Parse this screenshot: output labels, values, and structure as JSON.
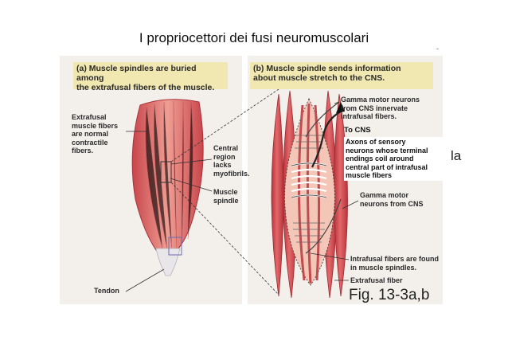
{
  "title": "I propriocettori dei fusi neuromuscolari",
  "stray_text": {
    "right": "la",
    "dash": "-"
  },
  "panel_a": {
    "header": "(a) Muscle spindles are buried among\nthe extrafusal fibers of the muscle.",
    "labels": {
      "extrafusal": "Extrafusal\nmuscle fibers\nare normal\ncontractile\nfibers.",
      "central_region": "Central\nregion\nlacks\nmyofibrils.",
      "muscle_spindle": "Muscle\nspindle",
      "tendon": "Tendon"
    }
  },
  "panel_b": {
    "header_bold": "(b) Muscle spindle",
    "header_rest": " sends information\nabout muscle stretch to the CNS.",
    "labels": {
      "gamma_top": "Gamma motor neurons\nfrom CNS innervate\nintrafusal fibers.",
      "to_cns": "To CNS",
      "axons": "Axons of sensory\nneurons whose terminal\nendings coil around\ncentral part of intrafusal\nmuscle fibers",
      "gamma_bottom": "Gamma motor\nneurons from CNS",
      "intrafusal": "Intrafusal fibers are found\nin muscle spindles.",
      "extrafusal_fiber": "Extrafusal fiber"
    }
  },
  "figure_ref": "Fig. 13-3a,b",
  "colors": {
    "muscle": "#d9534f",
    "muscle_dark": "#b22f35",
    "muscle_light": "#f2a7a2",
    "header_bg": "#f1e7b0",
    "panel_bg": "#f3f0ec",
    "tendon": "#e9e6ea"
  }
}
